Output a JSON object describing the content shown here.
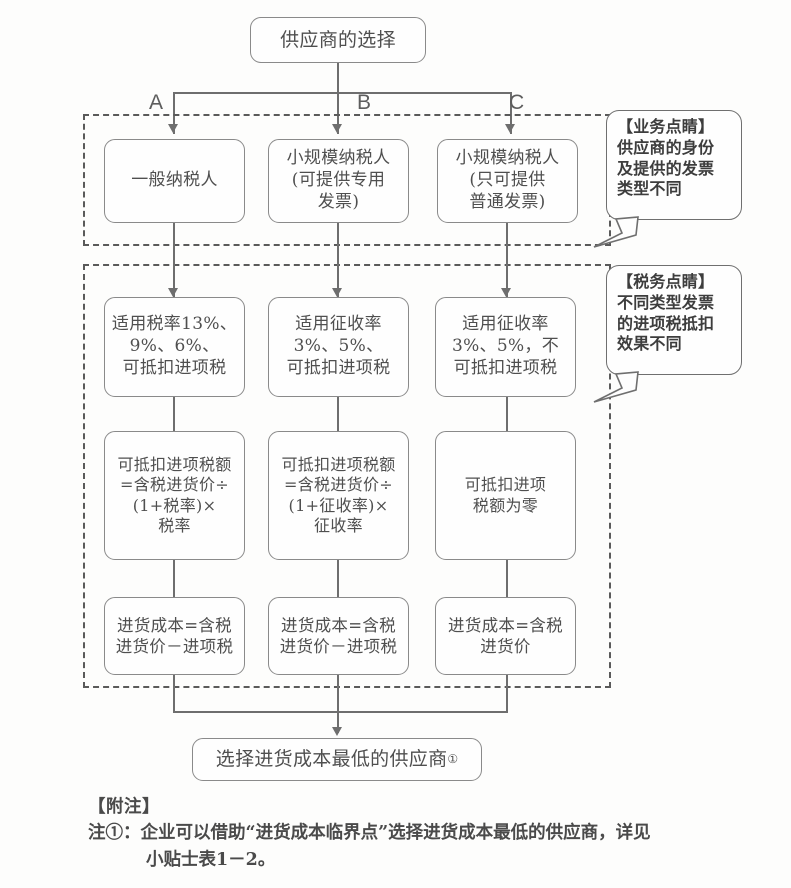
{
  "diagram": {
    "root": {
      "label": "供应商的选择"
    },
    "branch_labels": [
      "A",
      "B",
      "C"
    ],
    "columns": [
      {
        "branch": "A",
        "identity": "一般纳税人",
        "rate": "适用税率13%、\n9%、6%、\n可抵扣进项税",
        "deduction": "可抵扣进项税额\n=含税进货价÷\n(1+税率)×\n税率",
        "cost": "进货成本=含税\n进货价－进项税"
      },
      {
        "branch": "B",
        "identity": "小规模纳税人\n(可提供专用\n发票)",
        "rate": "适用征收率\n3%、5%、\n可抵扣进项税",
        "deduction": "可抵扣进项税额\n=含税进货价÷\n(1+征收率)×\n征收率",
        "cost": "进货成本=含税\n进货价－进项税"
      },
      {
        "branch": "C",
        "identity": "小规模纳税人\n(只可提供\n普通发票)",
        "rate": "适用征收率\n3%、5%，不\n可抵扣进项税",
        "deduction": "可抵扣进项\n税额为零",
        "cost": "进货成本=含税\n进货价"
      }
    ],
    "callouts": [
      {
        "title": "【业务点睛】",
        "body": "【业务点睛】\n供应商的身份\n及提供的发票\n类型不同"
      },
      {
        "title": "【税务点睛】",
        "body": "【税务点睛】\n不同类型发票\n的进项税抵扣\n效果不同"
      }
    ],
    "final": {
      "label": "选择进货成本最低的供应商",
      "footnote_marker": "①"
    }
  },
  "footnotes": {
    "heading": "【附注】",
    "line1": "注①：企业可以借助“进货成本临界点”选择进货成本最低的供应商，详见",
    "line2": "小贴士表1－2。"
  },
  "colors": {
    "page_background": "#fdfdfc",
    "node_border": "#8a8a8a",
    "node_fill": "#fefefe",
    "dashed_frame": "#5a5a5a",
    "connector": "#6e6e6e",
    "text": "#4a4a4a"
  }
}
